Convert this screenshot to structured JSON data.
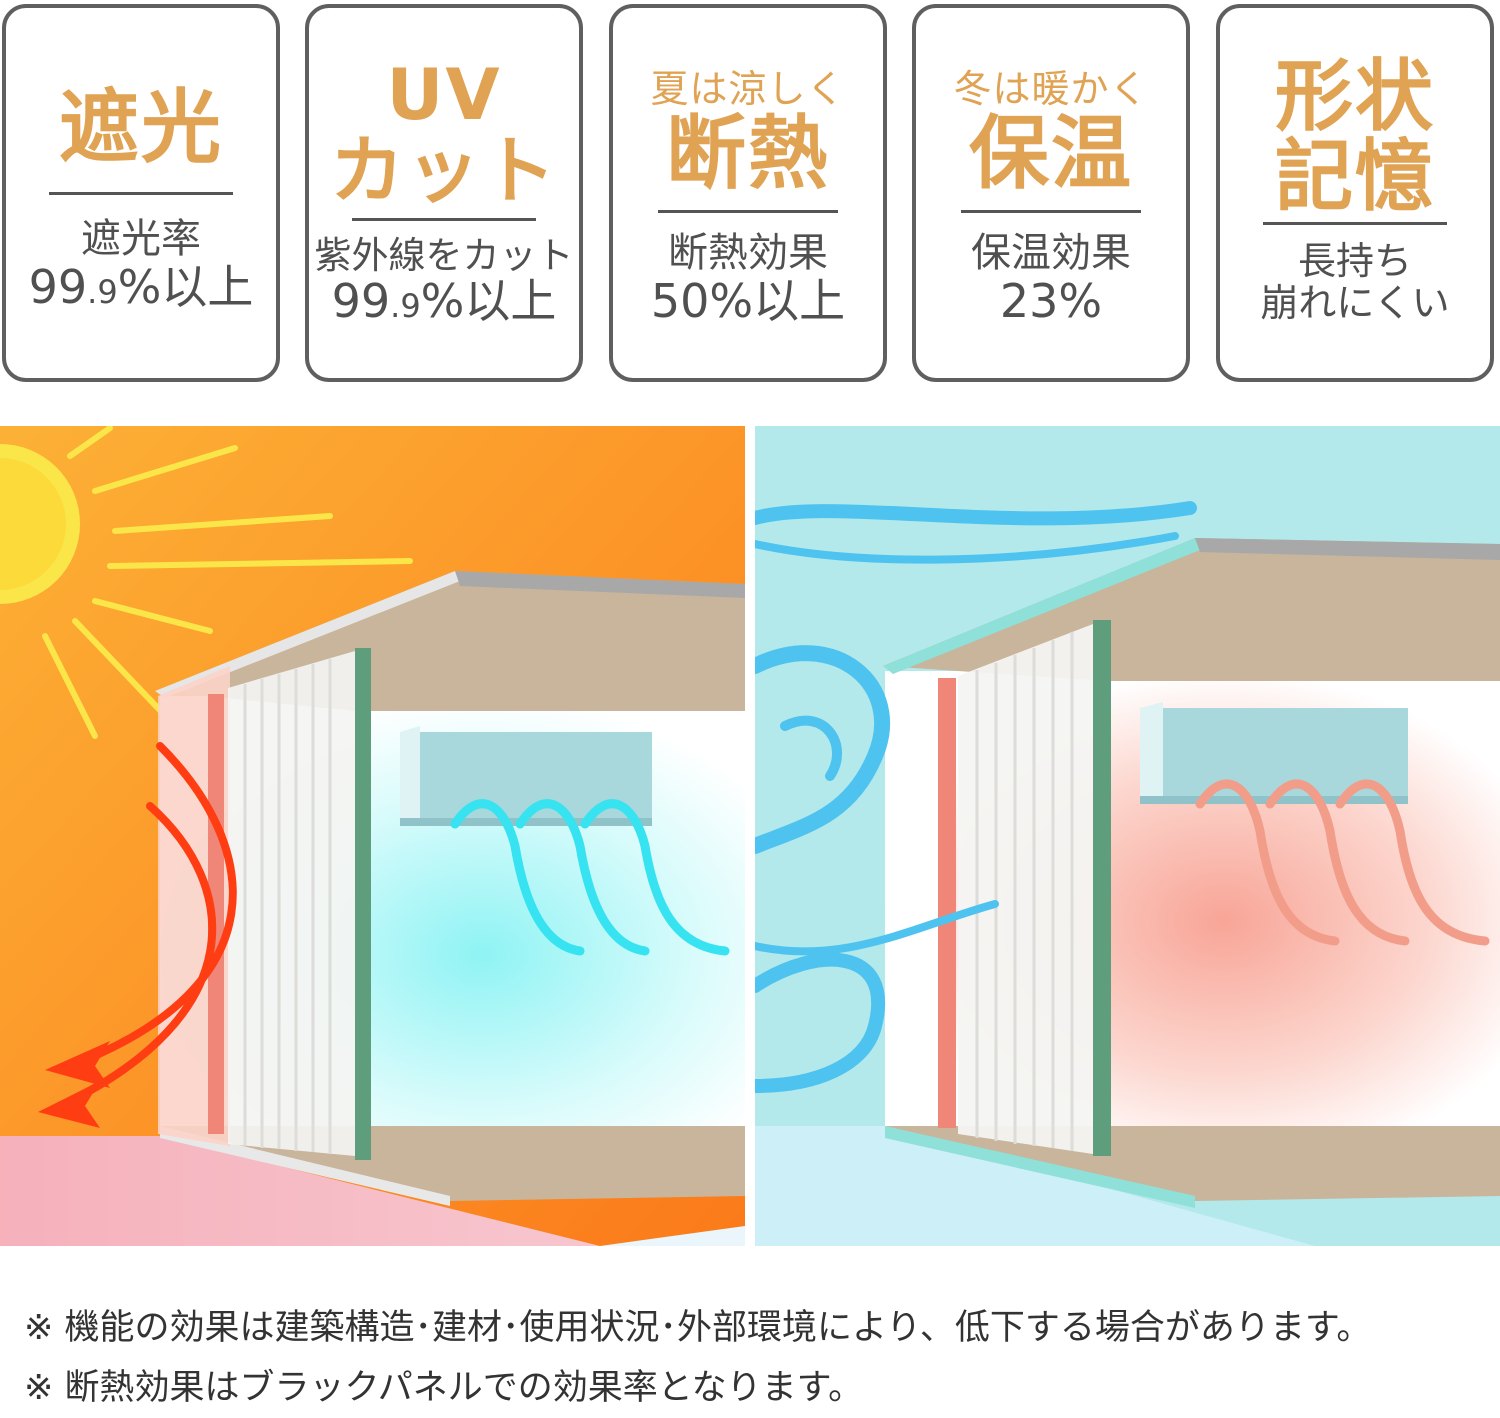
{
  "cards": [
    {
      "title_lines": [
        "遮光"
      ],
      "desc_lines": [
        "遮光率"
      ],
      "value_main": "99",
      "value_small": ".9",
      "value_tail": "%以上"
    },
    {
      "title_lines": [
        "UV",
        "カット"
      ],
      "desc_lines": [
        "紫外線をカット"
      ],
      "value_main": "99",
      "value_small": ".9",
      "value_tail": "%以上"
    },
    {
      "top_line": "夏は涼しく",
      "title_lines": [
        "断熱"
      ],
      "desc_lines": [
        "断熱効果"
      ],
      "value_main": "50%以上"
    },
    {
      "top_line": "冬は暖かく",
      "title_lines": [
        "保温"
      ],
      "desc_lines": [
        "保温効果"
      ],
      "value_main": "23%"
    },
    {
      "title_lines": [
        "形状",
        "記憶"
      ],
      "desc_lines": [
        "長持ち",
        "崩れにくい"
      ]
    }
  ],
  "notes": [
    "※ 機能の効果は建築構造･建材･使用状況･外部環境により、低下する場合があります。",
    "※ 断熱効果はブラックパネルでの効果率となります。"
  ],
  "colors": {
    "accent": "#e0a253",
    "summer_bg": "#fb9a2b",
    "winter_bg": "#b3e9ea",
    "curtain_green": "#5e9e7c",
    "heat_arrow": "#ff3d12",
    "cool_air": "#37e3f0",
    "warm_air": "#f29d8a",
    "wind": "#4fc3f0"
  }
}
